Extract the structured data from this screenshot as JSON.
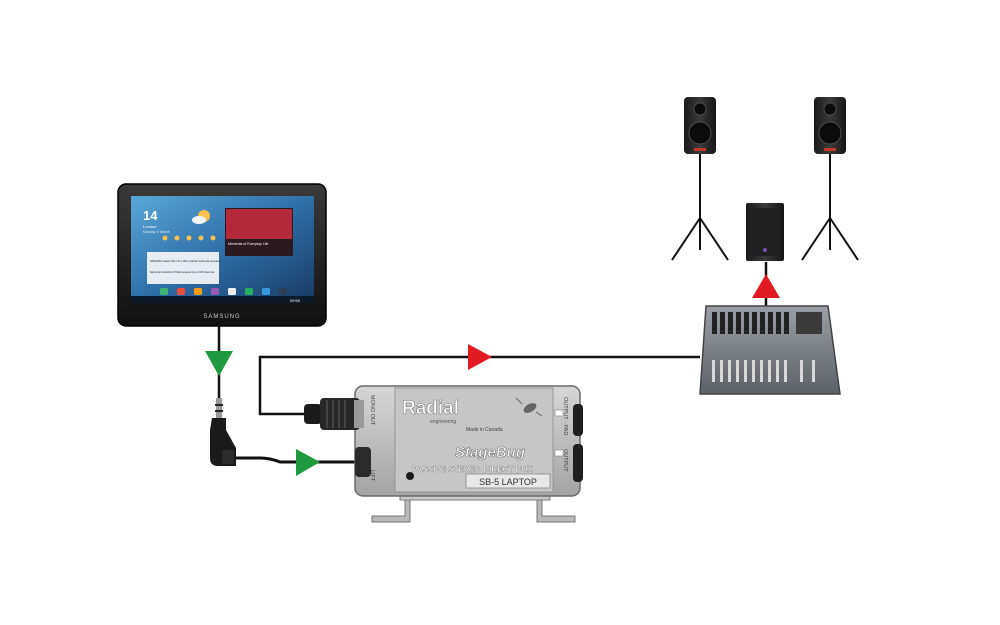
{
  "tablet": {
    "brand": "SAMSUNG",
    "clock": "14",
    "city": "London",
    "date": "Monday, 4 March",
    "status_time": "09:50",
    "media_title": "Moments of Everyday Life",
    "news_1": "SAMSUNG Galaxy Tab 2 10.1 offers optimal multimedia experience",
    "news_2": "Samsung's Android 4.0 Tablet powered by a 1 GHz dual core"
  },
  "direct_box": {
    "brand": "Radial",
    "brand_sub": "engineering",
    "made_in": "Made in Canada",
    "model_name": "StageBug",
    "description": "PASSIVE STEREO DIRECT BOX",
    "model_code": "SB-5 LAPTOP",
    "label_mono_out": "MONO OUT",
    "label_lift": "LIFT",
    "label_output_pad": "OUTPUT - PAD",
    "label_output": "OUTPUT"
  },
  "signal_colors": {
    "input": "#1f9a3e",
    "output": "#e21b23"
  },
  "icons": [
    "tablet-icon",
    "headphone-plug-icon",
    "xlr-connector-icon",
    "direct-box-icon",
    "mixer-icon",
    "speaker-icon",
    "subwoofer-icon",
    "arrow-icon"
  ]
}
